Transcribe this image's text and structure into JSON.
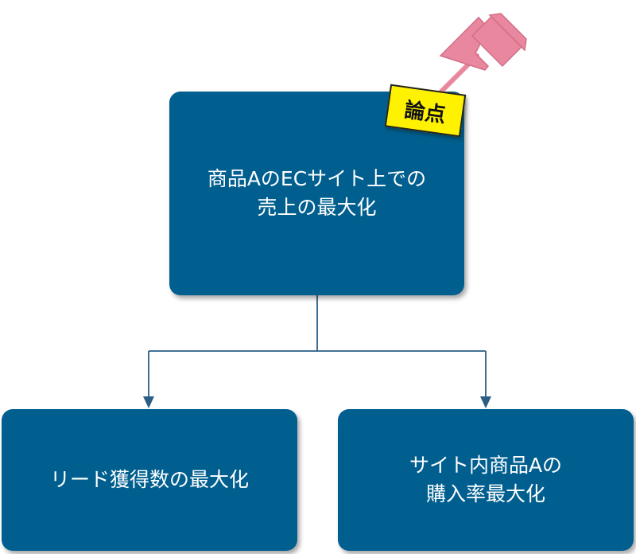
{
  "diagram": {
    "root": {
      "label": "商品AのECサイト上での\n売上の最大化"
    },
    "children": [
      {
        "label": "リード獲得数の最大化"
      },
      {
        "label": "サイト内商品Aの\n購入率最大化"
      }
    ],
    "tag": {
      "label": "論点"
    }
  },
  "colors": {
    "node_fill": "#005F8F",
    "node_text": "#FFFFFF",
    "connector": "#2A5E84",
    "tag_fill": "#FFF200",
    "pin": "#E8879E"
  },
  "icons": {
    "pin": "pushpin-icon"
  }
}
